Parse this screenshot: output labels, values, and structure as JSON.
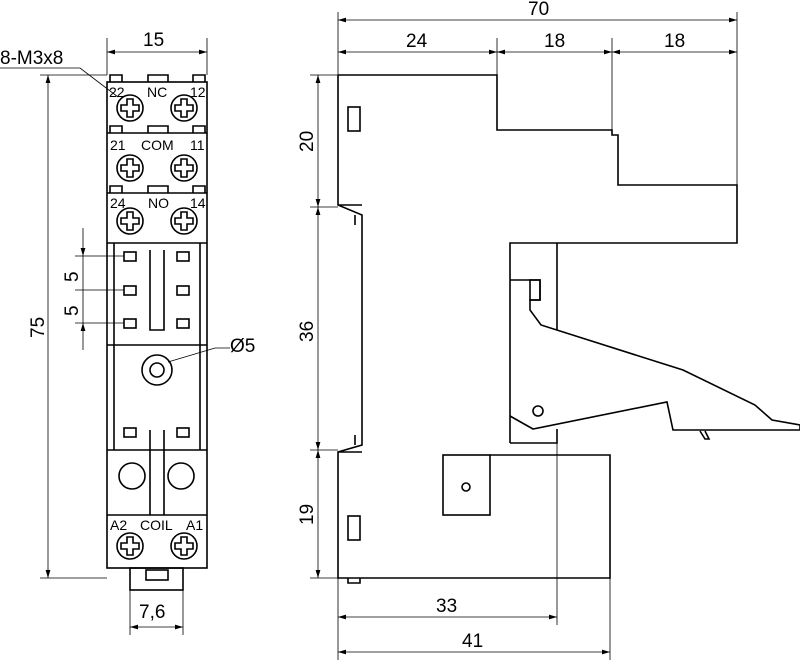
{
  "front_view": {
    "screw_spec": "8-M3x8",
    "terminals": {
      "row1": [
        "22",
        "NC",
        "12"
      ],
      "row2": [
        "21",
        "COM",
        "11"
      ],
      "row3": [
        "24",
        "NO",
        "14"
      ],
      "coil": [
        "A2",
        "COIL",
        "A1"
      ]
    },
    "dims": {
      "width": "15",
      "height": "75",
      "pitch_a": "5",
      "pitch_b": "5",
      "hole": "Ø5",
      "clip": "7,6"
    }
  },
  "side_view": {
    "dims": {
      "total": "70",
      "seg1": "24",
      "seg2": "18",
      "seg3": "18",
      "h1": "20",
      "h2": "36",
      "h3": "19",
      "base1": "33",
      "base2": "41"
    }
  }
}
